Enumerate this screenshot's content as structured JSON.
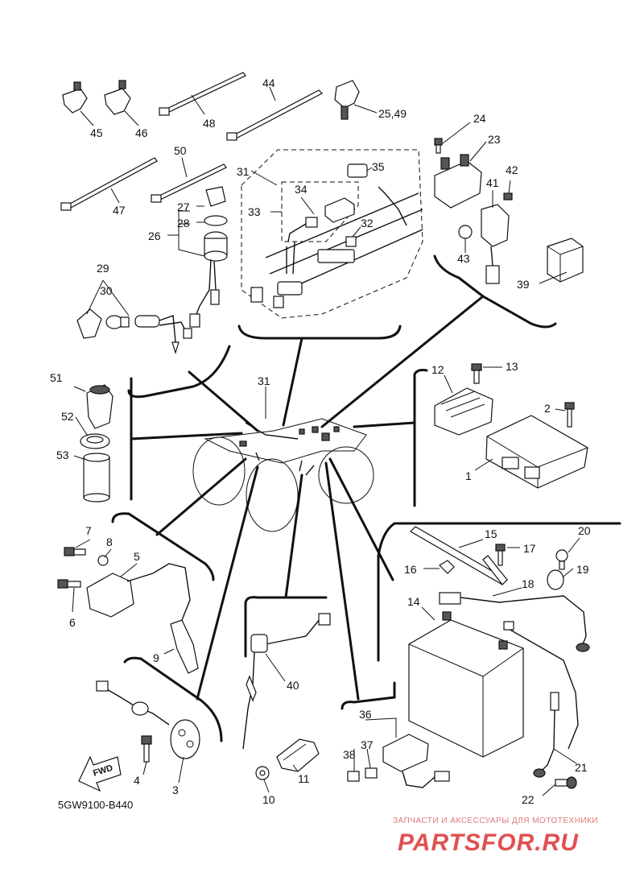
{
  "diagram": {
    "code": "5GW9100-B440",
    "fwd": "FWD",
    "labels": [
      {
        "id": "45",
        "text": "45"
      },
      {
        "id": "46",
        "text": "46"
      },
      {
        "id": "48",
        "text": "48"
      },
      {
        "id": "44",
        "text": "44"
      },
      {
        "id": "2549",
        "text": "25,49"
      },
      {
        "id": "24",
        "text": "24"
      },
      {
        "id": "23",
        "text": "23"
      },
      {
        "id": "42",
        "text": "42"
      },
      {
        "id": "41",
        "text": "41"
      },
      {
        "id": "43",
        "text": "43"
      },
      {
        "id": "39",
        "text": "39"
      },
      {
        "id": "50",
        "text": "50"
      },
      {
        "id": "47",
        "text": "47"
      },
      {
        "id": "27",
        "text": "27"
      },
      {
        "id": "28",
        "text": "28"
      },
      {
        "id": "26",
        "text": "26"
      },
      {
        "id": "31a",
        "text": "31"
      },
      {
        "id": "35",
        "text": "35"
      },
      {
        "id": "34",
        "text": "34"
      },
      {
        "id": "33",
        "text": "33"
      },
      {
        "id": "32",
        "text": "32"
      },
      {
        "id": "29",
        "text": "29"
      },
      {
        "id": "30",
        "text": "30"
      },
      {
        "id": "51",
        "text": "51"
      },
      {
        "id": "52",
        "text": "52"
      },
      {
        "id": "53",
        "text": "53"
      },
      {
        "id": "31b",
        "text": "31"
      },
      {
        "id": "12",
        "text": "12"
      },
      {
        "id": "13",
        "text": "13"
      },
      {
        "id": "2",
        "text": "2"
      },
      {
        "id": "1",
        "text": "1"
      },
      {
        "id": "7",
        "text": "7"
      },
      {
        "id": "8",
        "text": "8"
      },
      {
        "id": "5",
        "text": "5"
      },
      {
        "id": "6",
        "text": "6"
      },
      {
        "id": "9",
        "text": "9"
      },
      {
        "id": "15",
        "text": "15"
      },
      {
        "id": "20",
        "text": "20"
      },
      {
        "id": "16",
        "text": "16"
      },
      {
        "id": "17",
        "text": "17"
      },
      {
        "id": "19",
        "text": "19"
      },
      {
        "id": "18",
        "text": "18"
      },
      {
        "id": "14",
        "text": "14"
      },
      {
        "id": "40",
        "text": "40"
      },
      {
        "id": "36",
        "text": "36"
      },
      {
        "id": "37",
        "text": "37"
      },
      {
        "id": "38",
        "text": "38"
      },
      {
        "id": "4",
        "text": "4"
      },
      {
        "id": "3",
        "text": "3"
      },
      {
        "id": "11",
        "text": "11"
      },
      {
        "id": "10",
        "text": "10"
      },
      {
        "id": "21",
        "text": "21"
      },
      {
        "id": "22",
        "text": "22"
      }
    ]
  },
  "watermark": {
    "caption": "ЗАПЧАСТИ И АКСЕССУАРЫ ДЛЯ МОТОТЕХНИКИ",
    "logo": "PARTSFOR.RU"
  }
}
